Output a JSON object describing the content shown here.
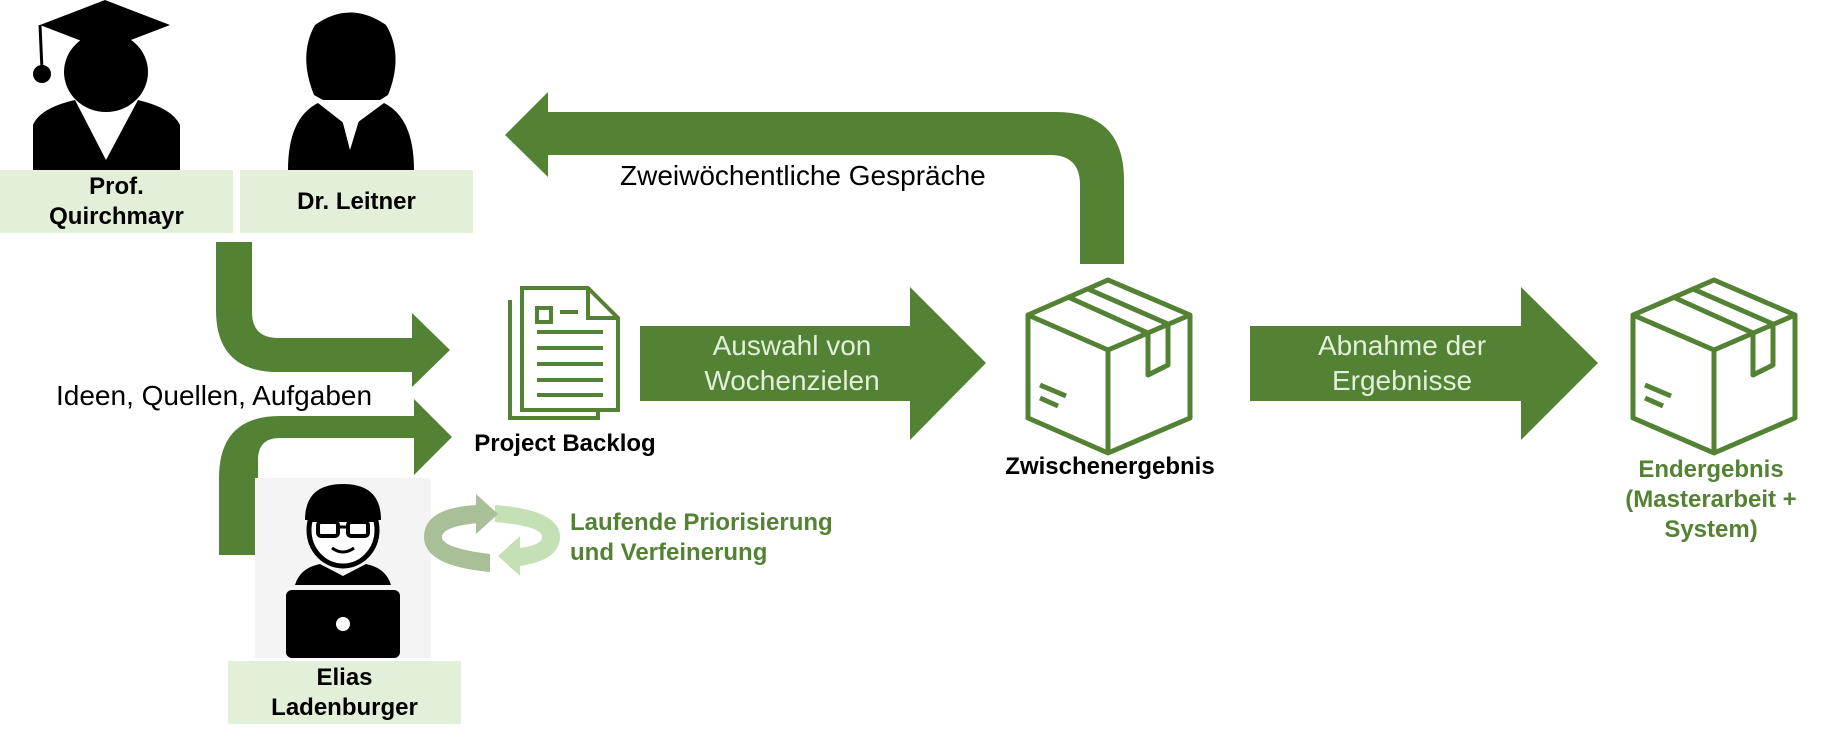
{
  "people": {
    "prof": "Prof.\nQuirchmayr",
    "leitner": "Dr. Leitner",
    "elias": "Elias\nLadenburger"
  },
  "flow": {
    "inputs_label": "Ideen, Quellen, Aufgaben",
    "feedback_label": "Zweiwöchentliche Gespräche",
    "backlog_label": "Project Backlog",
    "prioritize_label": "Laufende Priorisierung\nund Verfeinerung",
    "select_label": "Auswahl von\nWochenzielen",
    "interim_label": "Zwischenergebnis",
    "accept_label": "Abnahme der\nErgebnisse",
    "final_label": "Endergebnis\n(Masterarbeit +\nSystem)"
  },
  "colors": {
    "arrow_green": "#548235",
    "box_fill": "#e2efd9",
    "cycle_light": "#c5e0b4",
    "cycle_dark": "#a9bf98"
  }
}
